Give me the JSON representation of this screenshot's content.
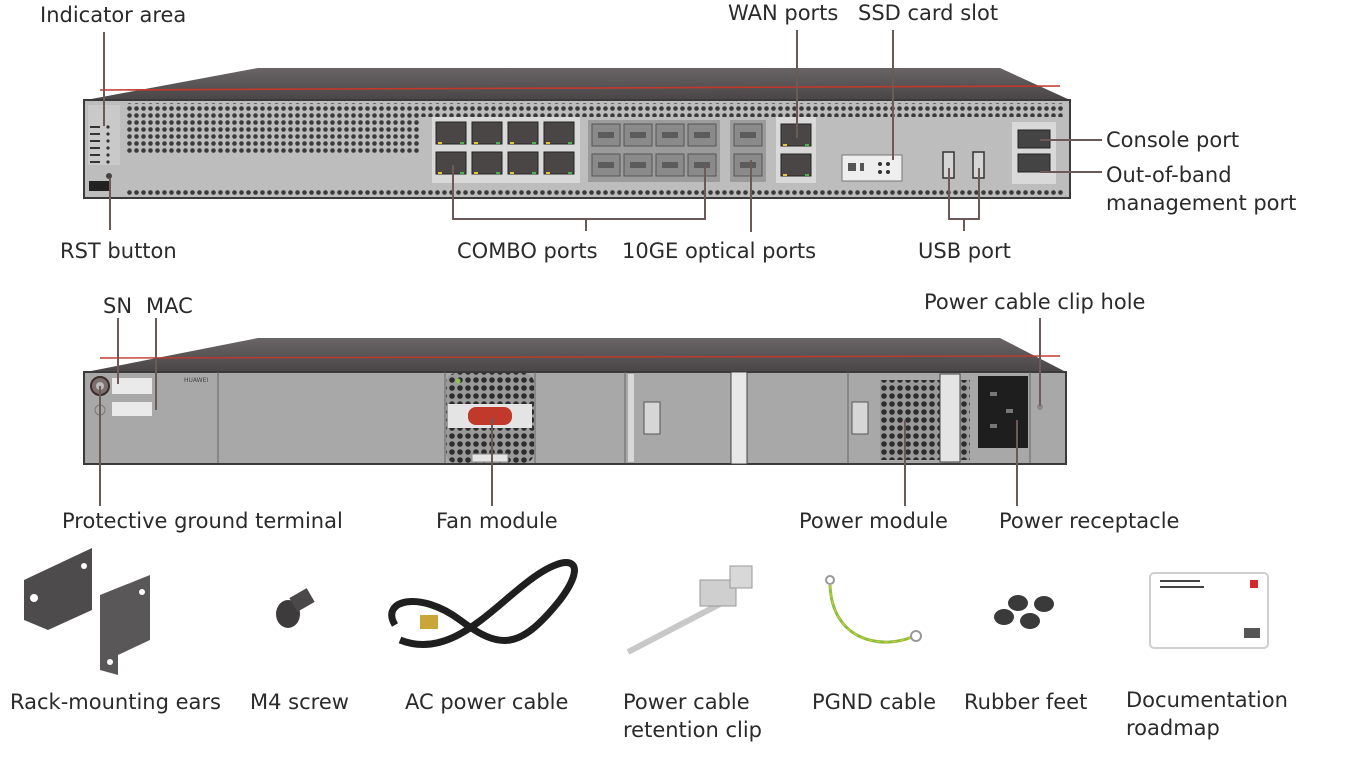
{
  "front_panel": {
    "labels": {
      "indicator_area": "Indicator area",
      "rst_button": "RST button",
      "combo_ports": "COMBO ports",
      "optical_10ge_ports": "10GE optical ports",
      "wan_ports": "WAN ports",
      "ssd_card_slot": "SSD card slot",
      "usb_port": "USB port",
      "console_port": "Console port",
      "oob_port_line1": "Out-of-band",
      "oob_port_line2": "management port"
    }
  },
  "rear_panel": {
    "labels": {
      "sn": "SN",
      "mac": "MAC",
      "power_cable_clip_hole": "Power cable clip hole",
      "protective_ground_terminal": "Protective ground terminal",
      "fan_module": "Fan module",
      "power_module": "Power module",
      "power_receptacle": "Power receptacle"
    },
    "brand_text": "HUAWEI"
  },
  "accessories": [
    {
      "id": "rack-mounting-ears",
      "label_line1": "Rack-mounting ears",
      "label_line2": ""
    },
    {
      "id": "m4-screw",
      "label_line1": "M4 screw",
      "label_line2": ""
    },
    {
      "id": "ac-power-cable",
      "label_line1": "AC power cable",
      "label_line2": ""
    },
    {
      "id": "power-cable-retention-clip",
      "label_line1": "Power cable",
      "label_line2": "retention clip"
    },
    {
      "id": "pgnd-cable",
      "label_line1": "PGND cable",
      "label_line2": ""
    },
    {
      "id": "rubber-feet",
      "label_line1": "Rubber feet",
      "label_line2": ""
    },
    {
      "id": "documentation-roadmap",
      "label_line1": "Documentation",
      "label_line2": "roadmap"
    }
  ],
  "colors": {
    "chassis_top": "#5a5556",
    "chassis_red_stripe": "#c0392b",
    "panel_grey": "#bdbdbd",
    "rear_grey": "#a8a8a8",
    "leader_line": "#6b5a58"
  }
}
